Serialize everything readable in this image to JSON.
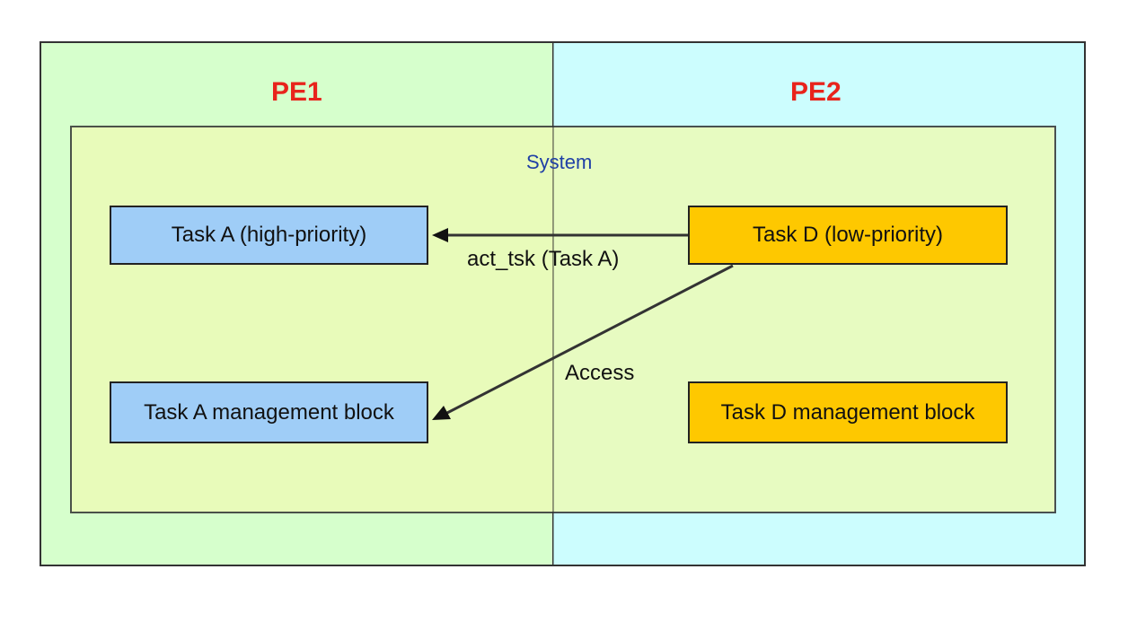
{
  "pe1": {
    "label": "PE1"
  },
  "pe2": {
    "label": "PE2"
  },
  "system": {
    "label": "System"
  },
  "nodes": {
    "task_a": "Task A (high-priority)",
    "task_a_mgmt": "Task A management block",
    "task_d": "Task D (low-priority)",
    "task_d_mgmt": "Task D management block"
  },
  "edges": {
    "act_tsk": "act_tsk (Task A)",
    "access": "Access"
  },
  "colors": {
    "pe1_bg": "#d6ffcc",
    "pe2_bg": "#ccfdfe",
    "system_bg": "#ecfbb7",
    "pe_label": "#e8241c",
    "system_label": "#1f3fa6",
    "task_a_fill": "#9fcdf7",
    "task_d_fill": "#fec800",
    "line": "#333333"
  }
}
